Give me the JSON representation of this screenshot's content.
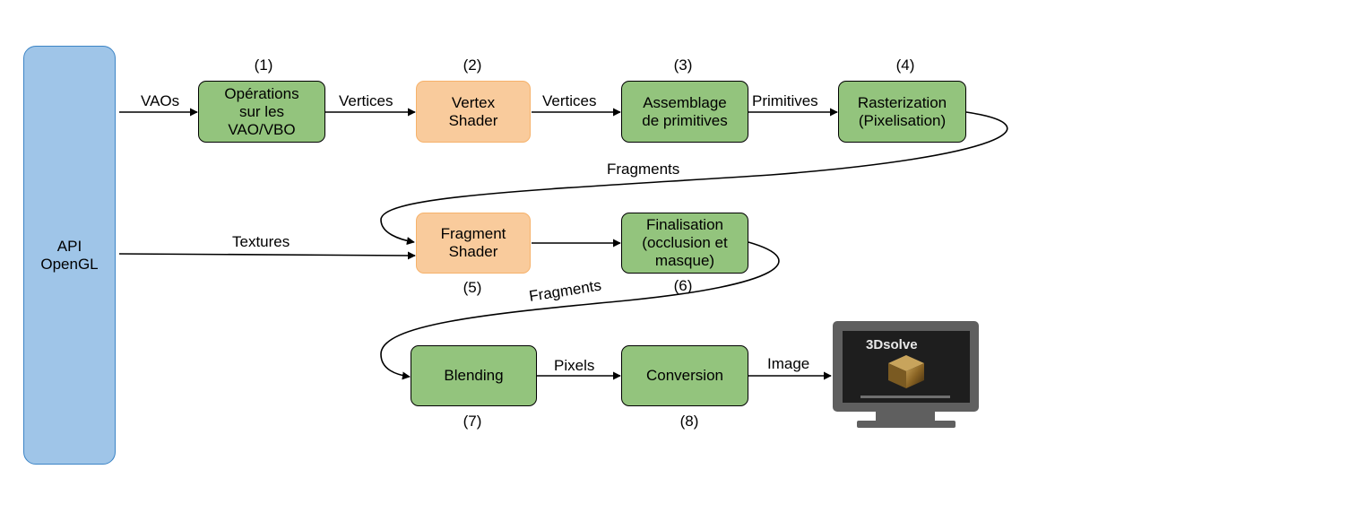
{
  "api": {
    "label": "API\nOpenGL"
  },
  "nodes": {
    "vao_ops": {
      "label": "Opérations\nsur les\nVAO/VBO",
      "number": "(1)"
    },
    "vertex_shader": {
      "label": "Vertex\nShader",
      "number": "(2)"
    },
    "assembly": {
      "label": "Assemblage\nde primitives",
      "number": "(3)"
    },
    "raster": {
      "label": "Rasterization\n(Pixelisation)",
      "number": "(4)"
    },
    "fragment_shader": {
      "label": "Fragment\nShader",
      "number": "(5)"
    },
    "finalisation": {
      "label": "Finalisation\n(occlusion et\nmasque)",
      "number": "(6)"
    },
    "blending": {
      "label": "Blending",
      "number": "(7)"
    },
    "conversion": {
      "label": "Conversion",
      "number": "(8)"
    }
  },
  "edges": {
    "vaos": "VAOs",
    "vertices_1": "Vertices",
    "vertices_2": "Vertices",
    "primitives": "Primitives",
    "fragments_1": "Fragments",
    "textures": "Textures",
    "fragments_2": "Fragments",
    "pixels": "Pixels",
    "image": "Image"
  },
  "monitor": {
    "brand": "3Dsolve"
  },
  "colors": {
    "stage_green": "#93c47d",
    "shader_orange": "#f9cb9c",
    "shader_orange_border": "#f6b26b",
    "api_blue": "#9fc5e8",
    "api_blue_border": "#3d85c6",
    "monitor_gray": "#5a5a5a"
  }
}
